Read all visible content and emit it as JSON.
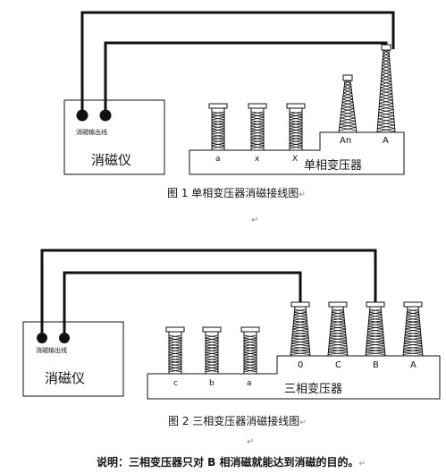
{
  "figure1": {
    "device_name": "消磁仪",
    "port_label": "消磁输出线",
    "transformer_name": "单相变压器",
    "low_side_labels": [
      "a",
      "x",
      "X"
    ],
    "high_side_labels": [
      "An",
      "A"
    ],
    "caption": "图 1  单相变压器消磁接线图",
    "caption_mark": "↵"
  },
  "figure2": {
    "device_name": "消磁仪",
    "port_label": "消磁输出线",
    "transformer_name": "三相变压器",
    "low_side_labels": [
      "c",
      "b",
      "a"
    ],
    "high_side_labels": [
      "0",
      "C",
      "B",
      "A"
    ],
    "caption": "图 2  三相变压器消磁接线图",
    "caption_mark": "↵"
  },
  "blank_marks": [
    "↵",
    "↵",
    "↵"
  ],
  "note": {
    "text": "说明：三相变压器只对 B 相消磁就能达到消磁的目的。",
    "mark": "↵"
  },
  "colors": {
    "line": "#111111",
    "background": "#ffffff"
  }
}
